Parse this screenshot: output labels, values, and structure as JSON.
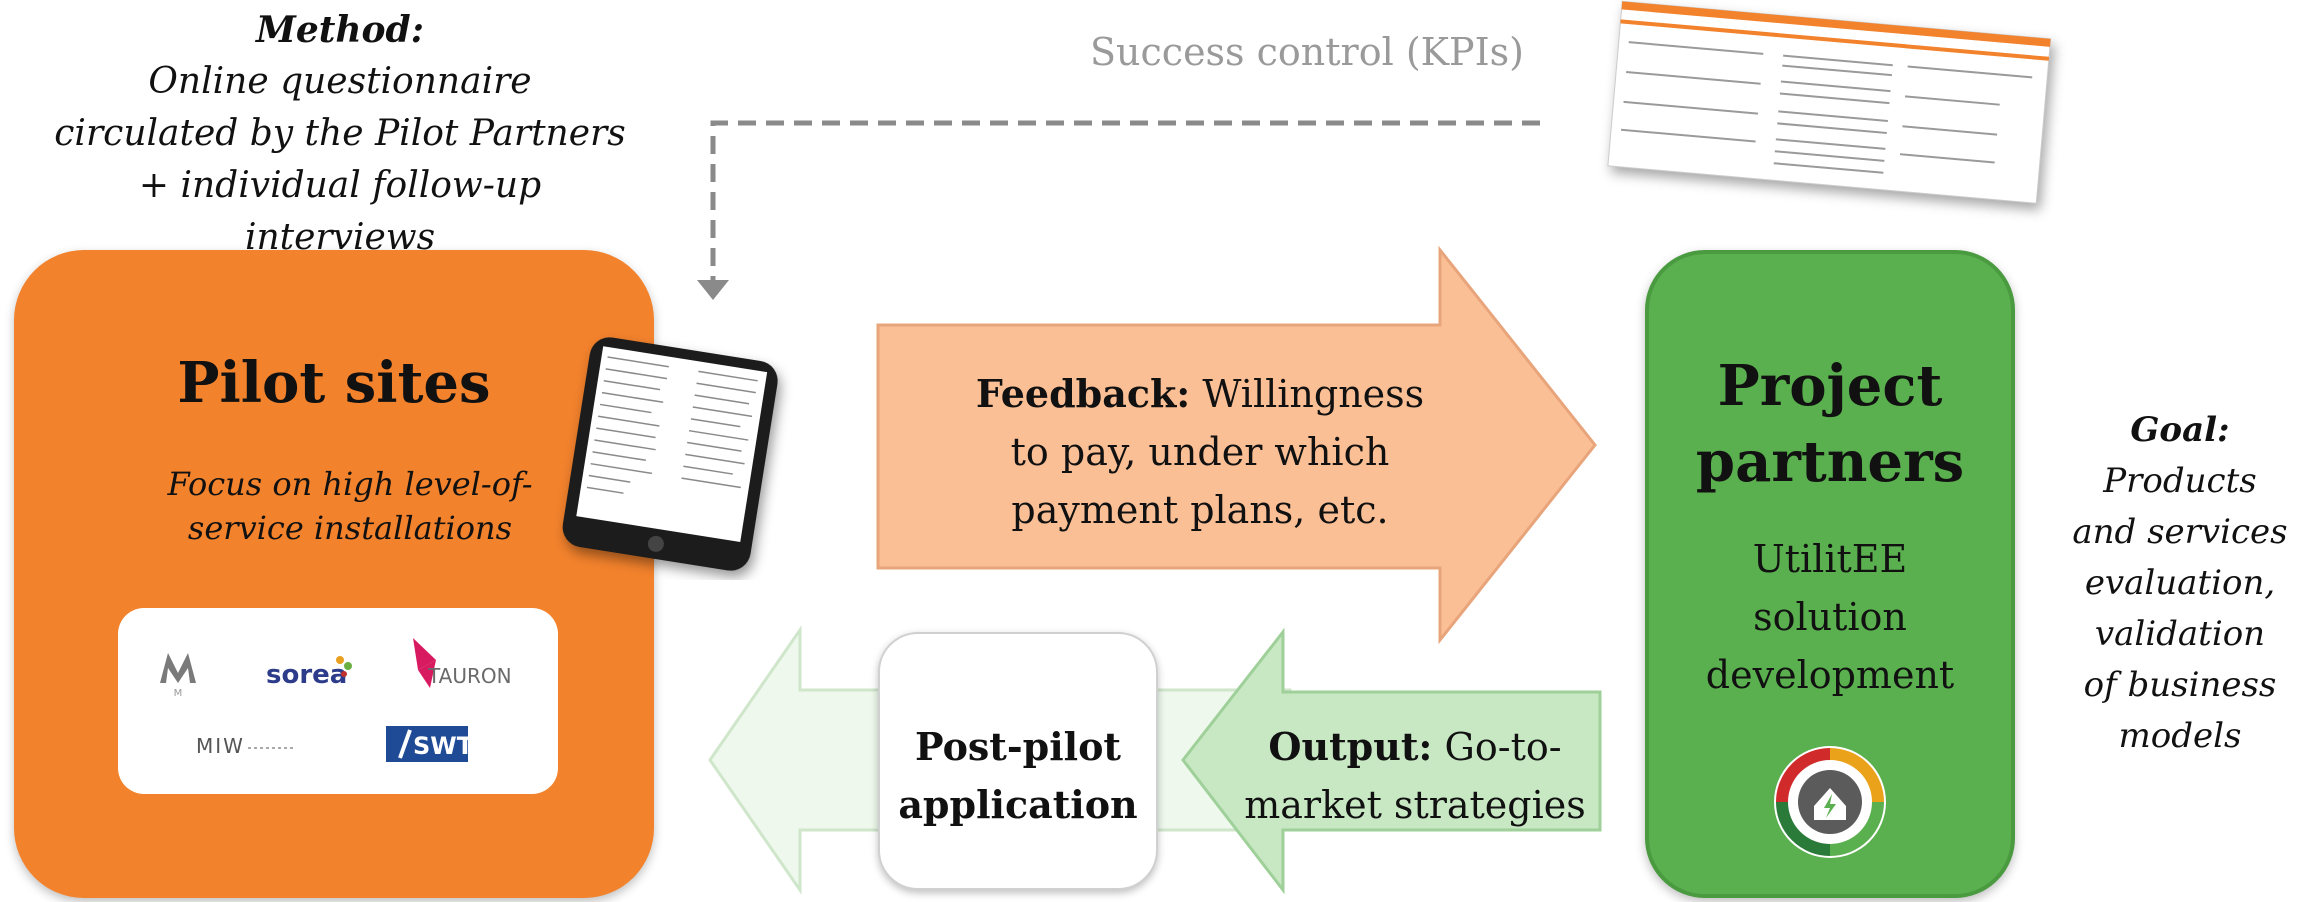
{
  "method": {
    "title": "Method:",
    "lines": [
      "Online questionnaire",
      "circulated by the Pilot Partners",
      "+ individual follow-up interviews"
    ]
  },
  "kpi": {
    "label": "Success control (KPIs)"
  },
  "pilot": {
    "title": "Pilot sites",
    "focus_lines": [
      "Focus on high level-of-",
      "service installations"
    ],
    "logos": [
      "M",
      "sorea",
      "TAURON",
      "MIW",
      "SWT"
    ]
  },
  "feedback": {
    "bold": "Feedback:",
    "rest_line1": " Willingness",
    "line2": "to pay, under which",
    "line3": "payment plans, etc."
  },
  "project": {
    "title_lines": [
      "Project",
      "partners"
    ],
    "sub_lines": [
      "UtilitEE",
      "solution",
      "development"
    ]
  },
  "output": {
    "bold": "Output:",
    "rest_line1": " Go-to-",
    "line2": "market strategies"
  },
  "postpilot": {
    "lines": [
      "Post-pilot",
      "application"
    ]
  },
  "goal": {
    "title": "Goal:",
    "lines": [
      "Products",
      "and services",
      "evaluation,",
      "validation",
      "of business",
      "models"
    ]
  },
  "colors": {
    "pilot_orange": "#f3822c",
    "project_green": "#5aaf4f",
    "feedback_arrow": "#fbbf96",
    "output_arrow": "#c7e8c3",
    "postpilot_arrow": "#eef8ec",
    "dashed_line": "#8a8a8a"
  }
}
